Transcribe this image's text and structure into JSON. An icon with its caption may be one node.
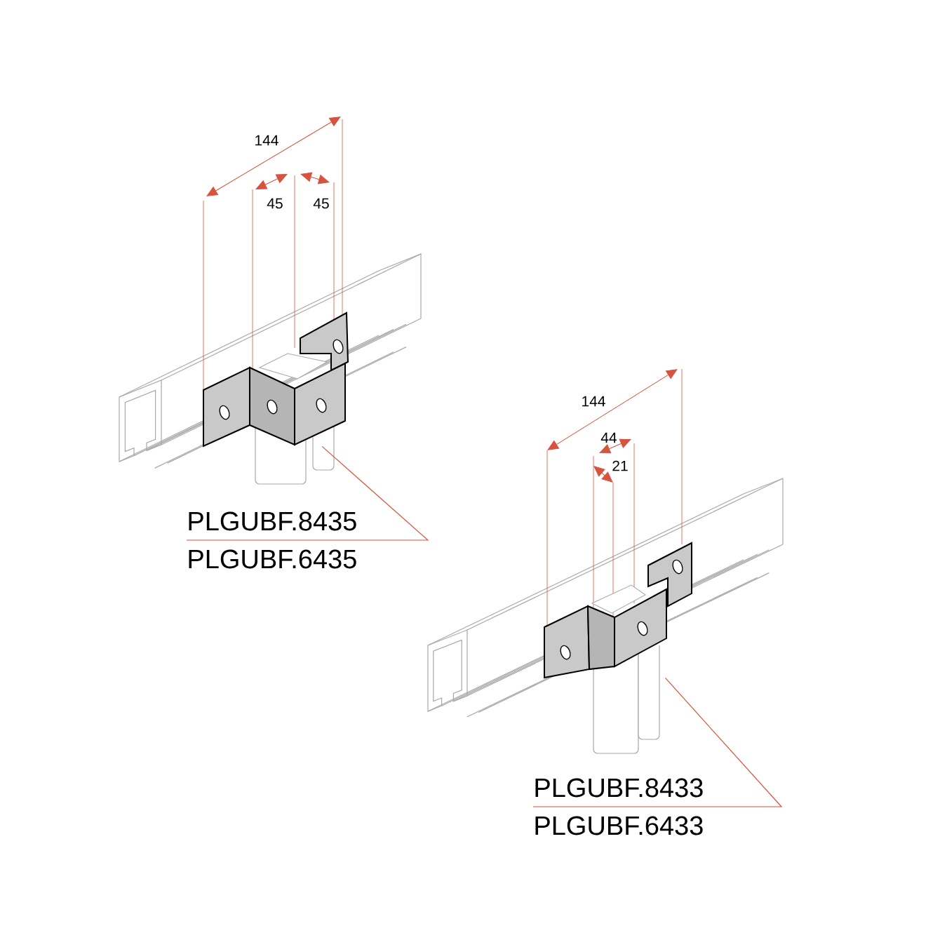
{
  "diagram": {
    "nodes": [
      {
        "text": [],
        "shape": "picture"
      },
      {
        "text": [
          "PLGUBF.8435",
          "PLGUBF.6435"
        ]
      },
      {
        "text": [],
        "shape": "picture"
      },
      {
        "text": [
          "PLGUBF.8433",
          "PLGUBF.6433"
        ]
      }
    ],
    "edges": [
      {
        "from": 1,
        "to": 0,
        "arrow": "none"
      },
      {
        "from": 3,
        "to": 2,
        "arrow": "none"
      }
    ],
    "labels": [
      "144",
      "45",
      "45",
      "144",
      "44",
      "21"
    ]
  }
}
